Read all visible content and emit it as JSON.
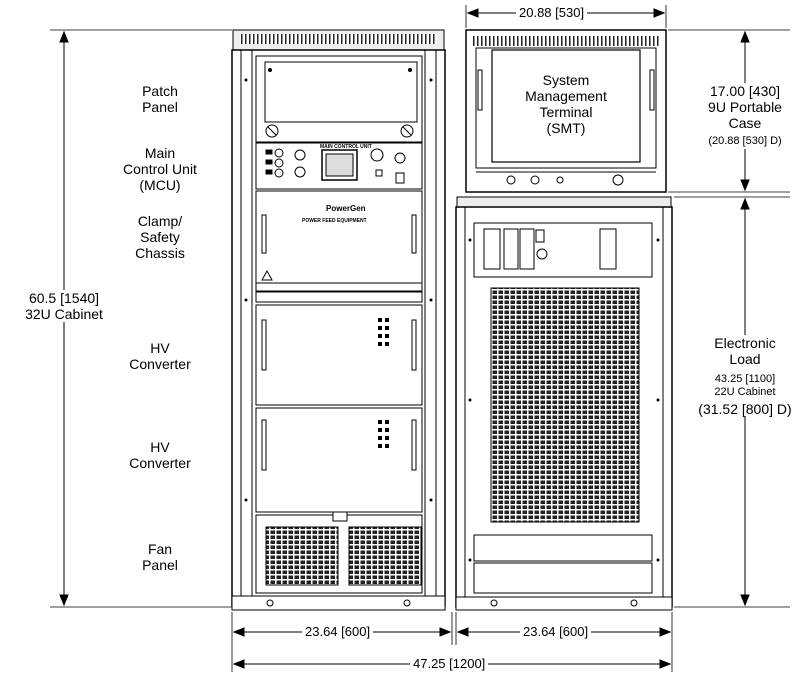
{
  "left_labels": {
    "patch_panel": [
      "Patch",
      "Panel"
    ],
    "mcu": [
      "Main",
      "Control Unit",
      "(MCU)"
    ],
    "clamp": [
      "Clamp/",
      "Safety",
      "Chassis"
    ],
    "hv1": [
      "HV",
      "Converter"
    ],
    "hv2": [
      "HV",
      "Converter"
    ],
    "fan": [
      "Fan",
      "Panel"
    ]
  },
  "cabinet_height": [
    "60.5 [1540]",
    "32U Cabinet"
  ],
  "smt_label": [
    "System",
    "Management",
    "Terminal",
    "(SMT)"
  ],
  "smt_width": "20.88 [530]",
  "smt_case": [
    "17.00 [430]",
    "9U Portable",
    "Case",
    "(20.88 [530] D)"
  ],
  "eload": [
    "Electronic",
    "Load",
    "43.25 [1100]",
    "22U Cabinet",
    "(31.52 [800] D)"
  ],
  "dims": {
    "left_width": "23.64 [600]",
    "right_width": "23.64 [600]",
    "total_width": "47.25 [1200]"
  },
  "panel_text": {
    "mcu_header": "MAIN CONTROL UNIT",
    "brand": "PowerGen",
    "clamp_title": "POWER FEED EQUIPMENT"
  }
}
